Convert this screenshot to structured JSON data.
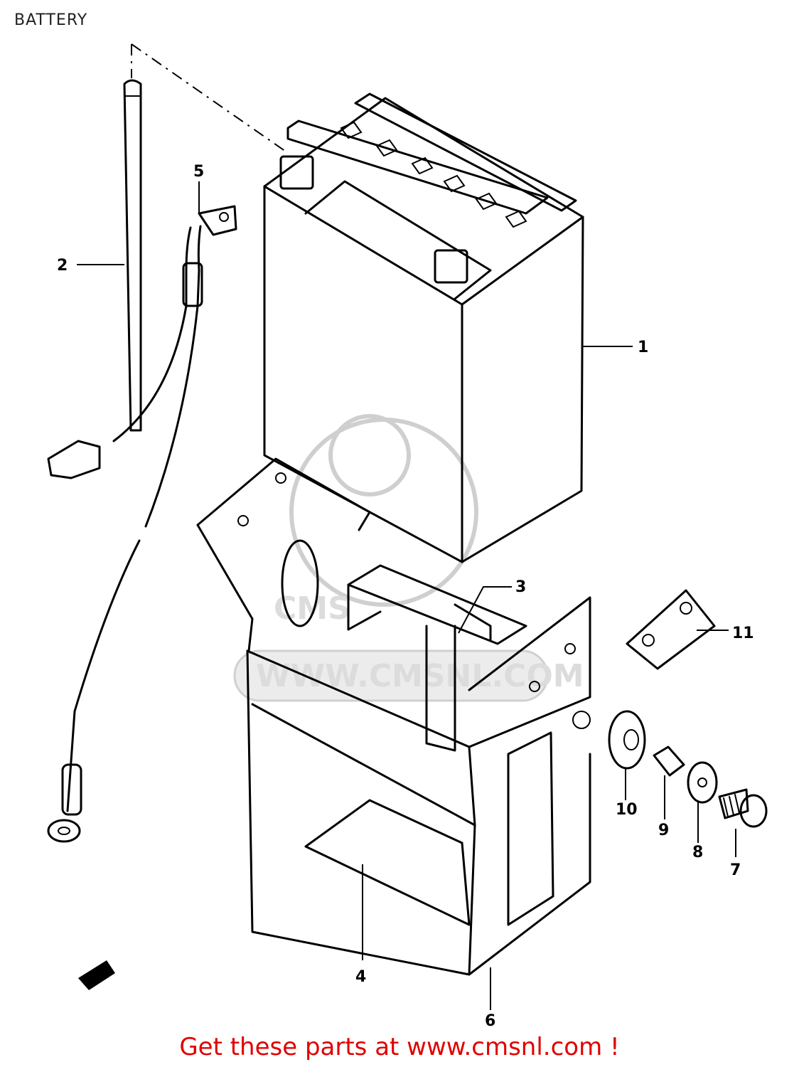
{
  "page": {
    "title": "BATTERY"
  },
  "diagram": {
    "callouts": [
      "1",
      "2",
      "3",
      "4",
      "5",
      "6",
      "7",
      "8",
      "9",
      "10",
      "11"
    ],
    "watermark": "WWW.CMSNL.COM",
    "watermark_logo": "CMS"
  },
  "footer": {
    "text": "Get these parts at www.cmsnl.com !",
    "color": "#e10000"
  }
}
